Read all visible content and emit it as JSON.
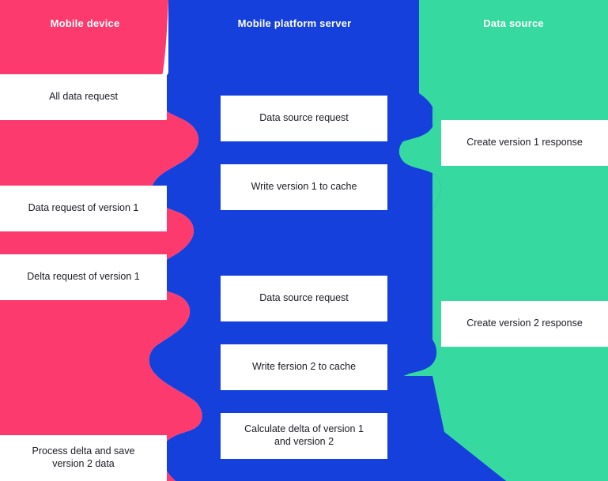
{
  "diagram": {
    "type": "swimlane-sequence",
    "title_bar_height": 60,
    "colors": {
      "mobile_device_lane": "#FC3A6E",
      "mobile_platform_server_lane": "#1540DB",
      "data_source_lane": "#36D9A0",
      "box_fill": "#FFFFFF",
      "box_text": "#1B1B24",
      "lane_title_text": "#FFFFFF"
    },
    "lanes": [
      {
        "id": "mobile-device",
        "title": "Mobile device",
        "color": "#FC3A6E",
        "steps": [
          {
            "id": "all-data-request",
            "label": "All data request"
          },
          {
            "id": "data-request-version-1",
            "label": "Data request of version 1"
          },
          {
            "id": "delta-request-version-1",
            "label": "Delta request of version 1"
          },
          {
            "id": "process-delta-save",
            "label": "Process delta and save\nversion 2 data"
          }
        ]
      },
      {
        "id": "mobile-platform-server",
        "title": "Mobile platform server",
        "color": "#1540DB",
        "steps": [
          {
            "id": "data-source-request-1",
            "label": "Data source request"
          },
          {
            "id": "write-version-1-cache",
            "label": "Write version 1 to cache"
          },
          {
            "id": "data-source-request-2",
            "label": "Data source request"
          },
          {
            "id": "write-fersion-2-cache",
            "label": "Write fersion 2 to cache"
          },
          {
            "id": "calculate-delta",
            "label": "Calculate delta of version 1\nand version 2"
          }
        ]
      },
      {
        "id": "data-source",
        "title": "Data source",
        "color": "#36D9A0",
        "steps": [
          {
            "id": "create-version-1-response",
            "label": "Create version 1 response"
          },
          {
            "id": "create-version-2-response",
            "label": "Create version 2 response"
          }
        ]
      }
    ]
  }
}
